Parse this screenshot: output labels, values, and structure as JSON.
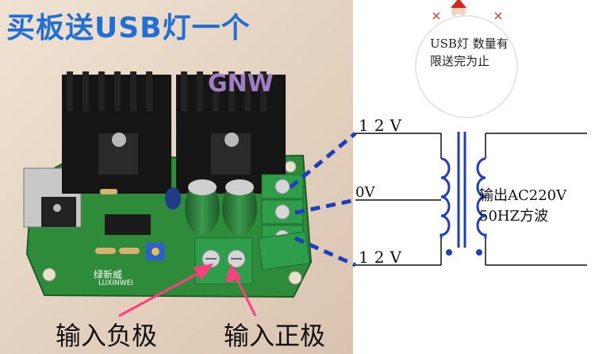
{
  "photo": {
    "title": "买板送USB灯一个",
    "brand": "GNW",
    "board_label_cn": "绿新威",
    "board_label_en": "LUXINWEI",
    "input_negative": "输入负极",
    "input_positive": "输入正极"
  },
  "promo": {
    "text": "USB灯 数量有限送完为止"
  },
  "schematic": {
    "top_label": "12V",
    "center_label": "0V",
    "bottom_label": "12V",
    "output_line1": "输出AC220V",
    "output_line2": "50HZ方波"
  },
  "colors": {
    "title": "#1f6fd6",
    "pcb": "#2e8b3a",
    "heatsink": "#1a1a1a",
    "terminal": "#2f9e4a",
    "dashed_line": "#1c3fbf",
    "coil": "#1c3fbf",
    "arrow": "#ff3d7f"
  },
  "icons": [
    "santa-icon",
    "snowflake-icon"
  ]
}
